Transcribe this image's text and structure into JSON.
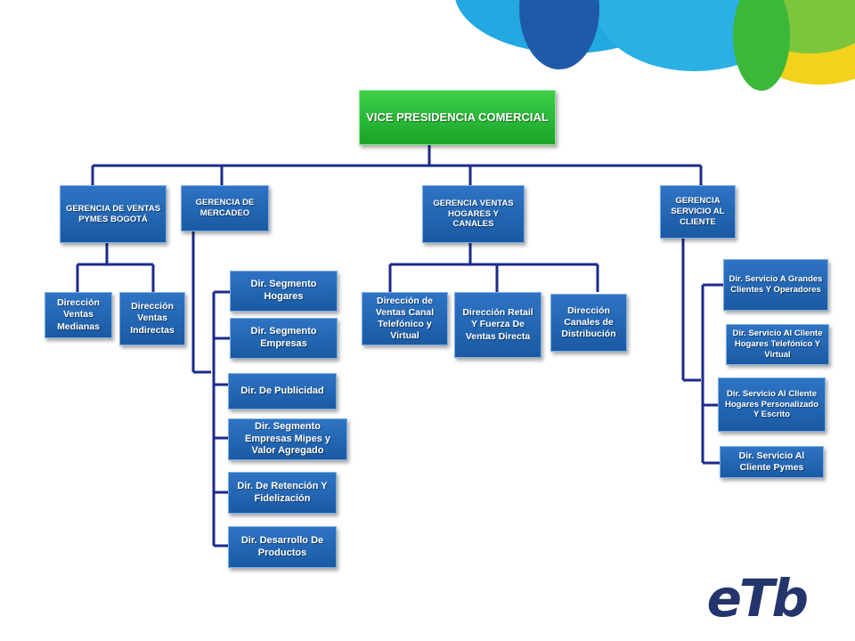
{
  "org_chart": {
    "root": {
      "label": "VICE PRESIDENCIA COMERCIAL"
    },
    "managers": [
      {
        "label": "GERENCIA DE VENTAS PYMES BOGOTÁ",
        "children": [
          "Dirección Ventas Medianas",
          "Dirección Ventas Indirectas"
        ]
      },
      {
        "label": "GERENCIA DE MERCADEO",
        "children": [
          "Dir. Segmento Hogares",
          "Dir. Segmento Empresas",
          "Dir. De Publicidad",
          "Dir. Segmento Empresas Mipes y Valor Agregado",
          "Dir. De Retención Y Fidelización",
          "Dir. Desarrollo De Productos"
        ]
      },
      {
        "label": "GERENCIA VENTAS HOGARES Y CANALES",
        "children": [
          "Dirección de Ventas Canal Telefónico y Virtual",
          "Dirección Retail Y Fuerza De Ventas Directa",
          "Dirección Canales de Distribución"
        ]
      },
      {
        "label": "GERENCIA SERVICIO AL CLIENTE",
        "children": [
          "Dir. Servicio A Grandes Clientes Y Operadores",
          "Dir. Servicio Al Cliente Hogares Telefónico Y Virtual",
          "Dir. Servicio Al Cliente Hogares Personalizado Y Escrito",
          "Dir. Servicio Al Cliente Pymes"
        ]
      }
    ]
  },
  "logo": {
    "text": "eTb"
  },
  "colors": {
    "box_blue": "#1f63b3",
    "box_green": "#25b534",
    "connector": "#1c2a8c",
    "logo": "#23356b",
    "deco_cyan": "#22a8e0",
    "deco_green": "#4cc23a",
    "deco_yellow": "#f2d21c",
    "deco_navy": "#1f5aa8"
  }
}
